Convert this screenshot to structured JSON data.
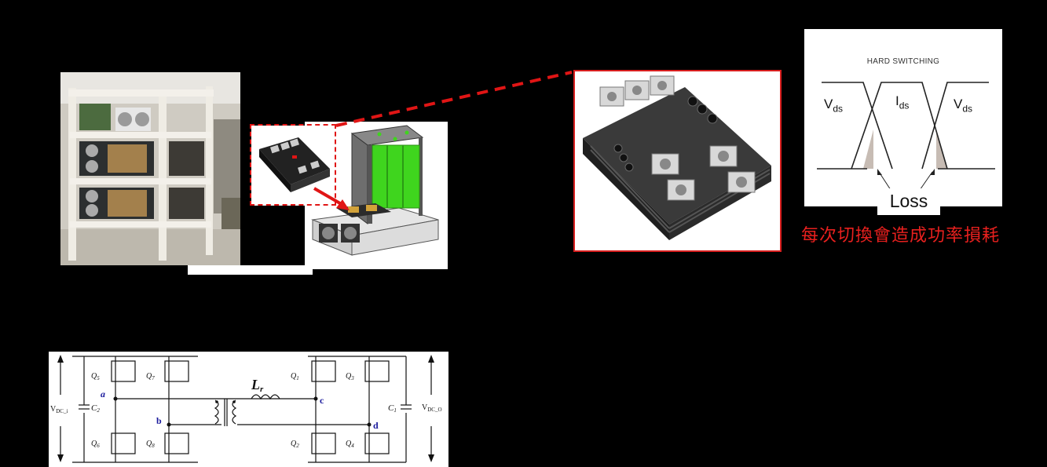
{
  "switching": {
    "title": "HARD SWITCHING",
    "v_left": "V",
    "v_left_sub": "ds",
    "i_mid": "I",
    "i_mid_sub": "ds",
    "v_right": "V",
    "v_right_sub": "ds",
    "loss": "Loss",
    "caption": "每次切換會造成功率損耗"
  },
  "circuit": {
    "vin": "V",
    "vin_sub": "DC_i",
    "vout": "V",
    "vout_sub": "DC_O",
    "c2": "C",
    "c2_sub": "2",
    "c1": "C",
    "c1_sub": "1",
    "lr": "L",
    "lr_sub": "r",
    "node_a": "a",
    "node_b": "b",
    "node_c": "c",
    "node_d": "d",
    "q5": "Q",
    "q5_sub": "5",
    "q7": "Q",
    "q7_sub": "7",
    "q6": "Q",
    "q6_sub": "6",
    "q8": "Q",
    "q8_sub": "8",
    "q1": "Q",
    "q1_sub": "1",
    "q3": "Q",
    "q3_sub": "3",
    "q2": "Q",
    "q2_sub": "2",
    "q4": "Q",
    "q4_sub": "4"
  },
  "colors": {
    "accent_red": "#e01515",
    "node_blue": "#1a1a9c",
    "green": "#3fd51e"
  }
}
